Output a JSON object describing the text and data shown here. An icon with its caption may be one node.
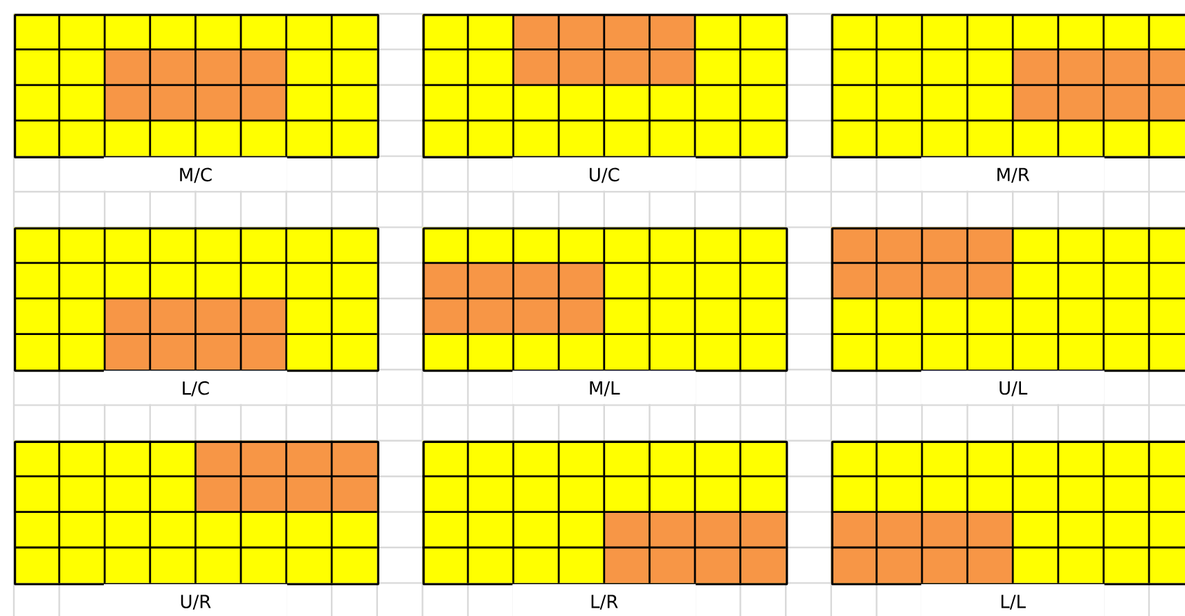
{
  "diagram": {
    "nodes": [
      {
        "text": [
          "M/C"
        ]
      },
      {
        "text": [
          "U/C"
        ]
      },
      {
        "text": [
          "M/R"
        ]
      },
      {
        "text": [
          "L/C"
        ]
      },
      {
        "text": [
          "M/L"
        ]
      },
      {
        "text": [
          "U/L"
        ]
      },
      {
        "text": [
          "U/R"
        ]
      },
      {
        "text": [
          "L/R"
        ]
      },
      {
        "text": [
          "L/L"
        ]
      }
    ]
  }
}
